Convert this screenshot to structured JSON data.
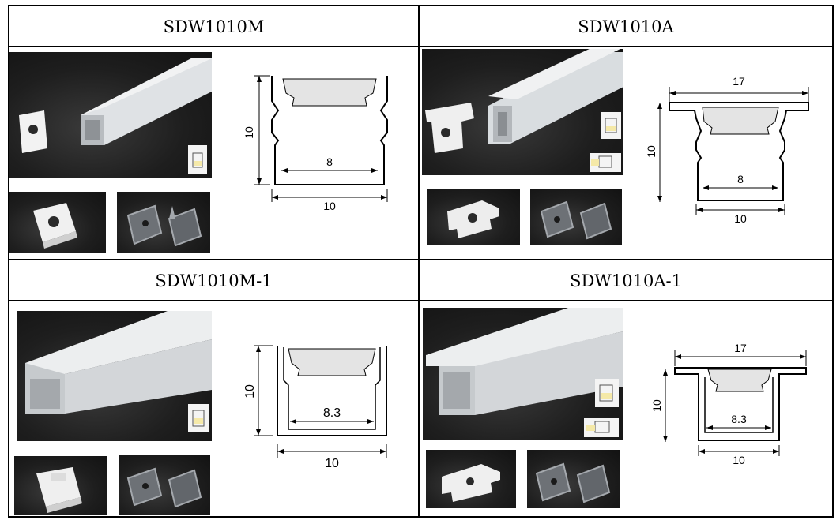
{
  "products": [
    {
      "model": "SDW1010M",
      "dims": {
        "height": "10",
        "width": "10",
        "inner": "8"
      }
    },
    {
      "model": "SDW1010A",
      "dims": {
        "flange": "17",
        "height": "10",
        "width": "10",
        "inner": "8"
      }
    },
    {
      "model": "SDW1010M-1",
      "dims": {
        "height": "10",
        "width": "10",
        "inner": "8.3"
      }
    },
    {
      "model": "SDW1010A-1",
      "dims": {
        "flange": "17",
        "height": "10",
        "width": "10",
        "inner": "8.3"
      }
    }
  ],
  "colors": {
    "border": "#000000",
    "photo_background": "#1e1e1e",
    "aluminum": "#c9cdd1",
    "diffuser": "#e8e8e8",
    "led": "#f5e9a8"
  }
}
